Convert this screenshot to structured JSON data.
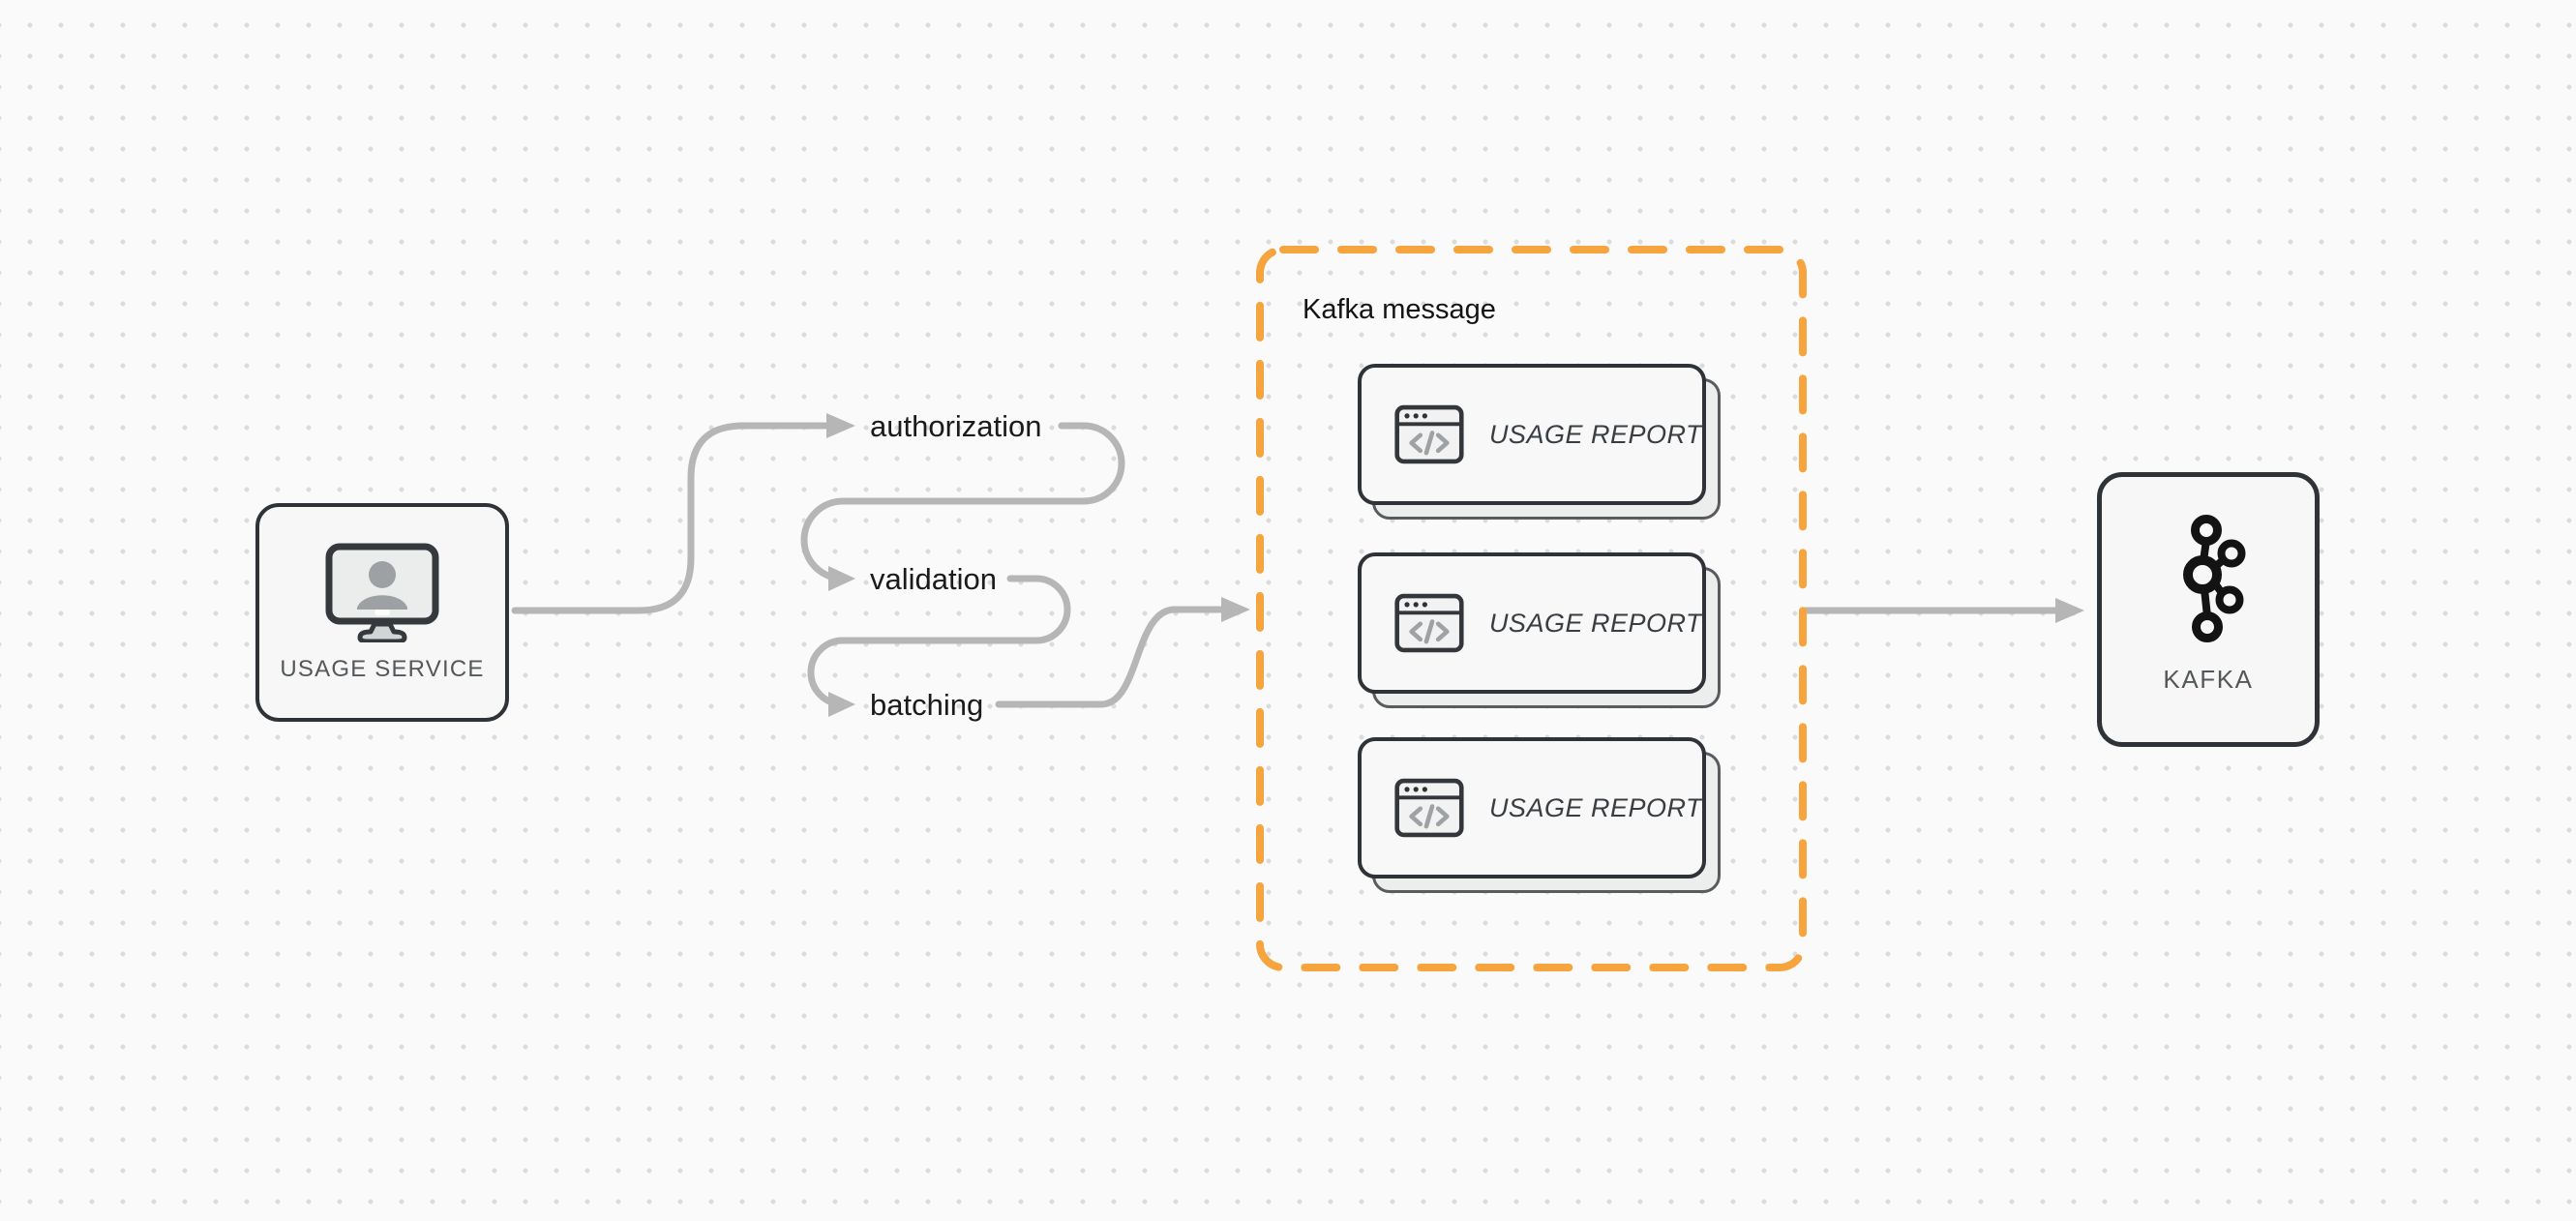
{
  "diagram": {
    "nodes": {
      "usage_service": {
        "label": "USAGE SERVICE",
        "icon": "monitor-user-icon"
      },
      "kafka": {
        "label": "KAFKA",
        "icon": "kafka-logo-icon"
      }
    },
    "steps": [
      {
        "label": "authorization"
      },
      {
        "label": "validation"
      },
      {
        "label": "batching"
      }
    ],
    "group": {
      "title": "Kafka message",
      "cards": [
        {
          "label": "USAGE REPORT",
          "icon": "code-window-icon"
        },
        {
          "label": "USAGE REPORT",
          "icon": "code-window-icon"
        },
        {
          "label": "USAGE REPORT",
          "icon": "code-window-icon"
        }
      ]
    },
    "colors": {
      "canvas_bg": "#FAFAFA",
      "dot_grid": "#DBDBDB",
      "connector_gray": "#B6B6B6",
      "node_border": "#2F3337",
      "node_bg": "#F6F7F6",
      "node_label": "#55585B",
      "step_text": "#1B1B1D",
      "accent_orange": "#F6A43D",
      "card_back_bg": "#ECEDED",
      "card_text": "#3A3E42"
    }
  }
}
